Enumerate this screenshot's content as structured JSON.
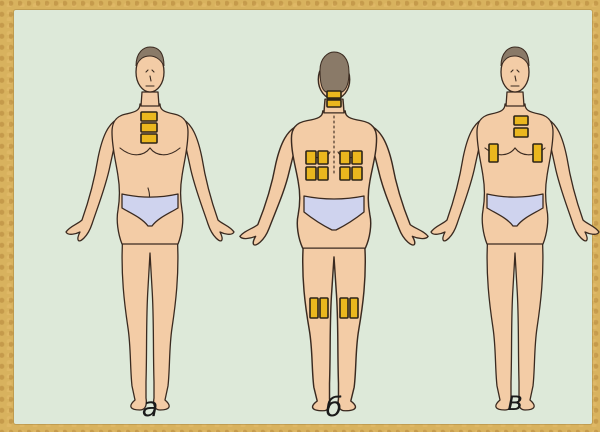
{
  "figures": [
    {
      "label": "а",
      "view": "front"
    },
    {
      "label": "б",
      "view": "back"
    },
    {
      "label": "в",
      "view": "front"
    }
  ],
  "colors": {
    "frame": "#d8b25e",
    "panel": "#dde9d9",
    "skin": "#f3cca6",
    "underwear": "#cfd3ee",
    "plaster": "#eab71e"
  }
}
